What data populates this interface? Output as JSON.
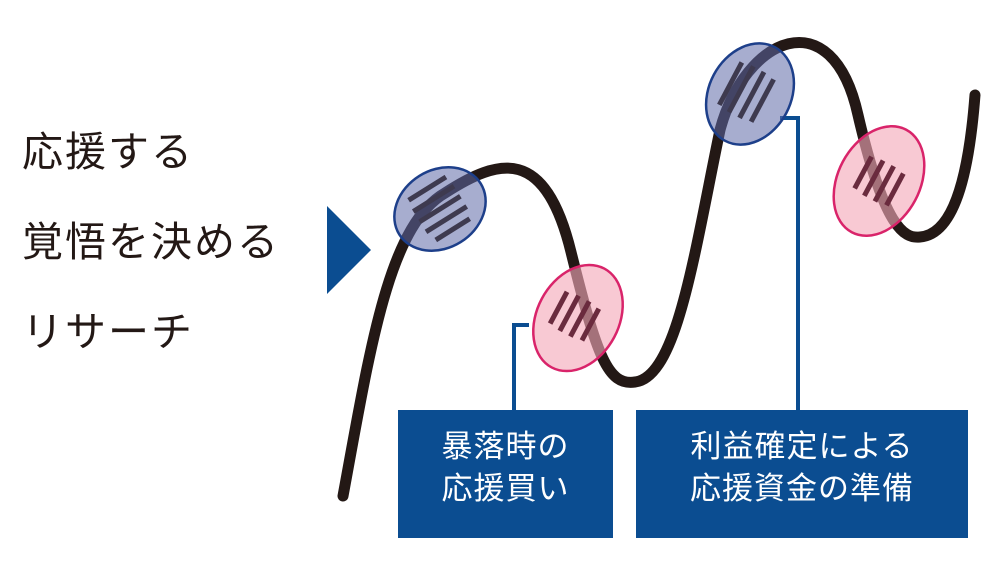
{
  "left_text": {
    "line1": "応援する",
    "line2": "覚悟を決める",
    "line3": "リサーチ"
  },
  "boxes": {
    "left": {
      "line1": "暴落時の",
      "line2": "応援買い"
    },
    "right": {
      "line1": "利益確定による",
      "line2": "応援資金の準備"
    }
  },
  "colors": {
    "curve": "#231815",
    "arrow": "#0b4d91",
    "box": "#0b4d91",
    "connector": "#0b4d91",
    "blue_ellipse_fill": "#5f69a8",
    "blue_ellipse_stroke": "#1d3f8a",
    "pink_ellipse_fill": "#f3a8b8",
    "pink_ellipse_stroke": "#d9246a"
  },
  "icons": {
    "arrow": "right-triangle-icon",
    "blue_marker": "blue-ellipse-highlight",
    "pink_marker": "pink-ellipse-highlight"
  }
}
